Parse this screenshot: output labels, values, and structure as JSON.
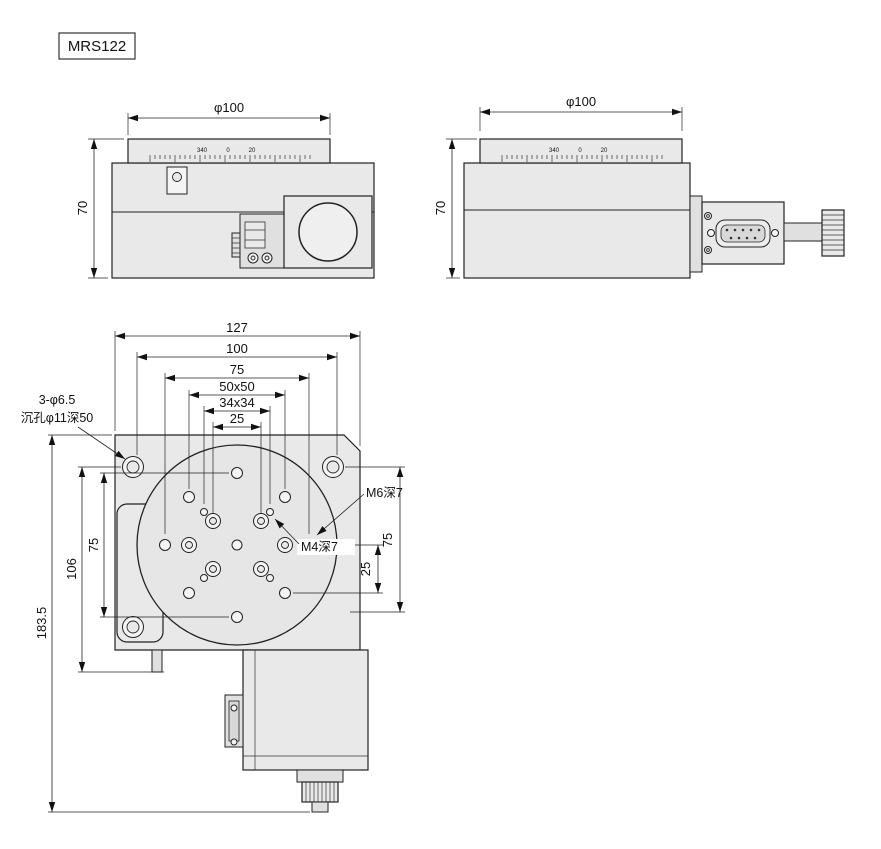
{
  "title": "MRS122",
  "colors": {
    "line": "#222222",
    "fill_light": "#e9e9e9",
    "fill_mid": "#e0e0e0",
    "background": "#ffffff"
  },
  "front_view": {
    "dia": "φ100",
    "height": "70",
    "scale": [
      "340",
      "0",
      "20"
    ]
  },
  "side_view": {
    "dia": "φ100",
    "height": "70",
    "scale": [
      "340",
      "0",
      "20"
    ]
  },
  "top_view": {
    "dims": {
      "overall_width": "127",
      "platform_dia": "100",
      "bolt_circle": "75",
      "square_50": "50x50",
      "square_34": "34x34",
      "pitch_25": "25",
      "overall_height": "183.5",
      "body_height": "106",
      "bolt_circle_v": "75",
      "right_span": "75",
      "right_pitch": "25"
    },
    "callouts": {
      "corner_holes": "3-φ6.5",
      "counterbore": "沉孔φ11深50",
      "m6_thread": "M6深7",
      "m4_thread": "M4深7"
    }
  }
}
